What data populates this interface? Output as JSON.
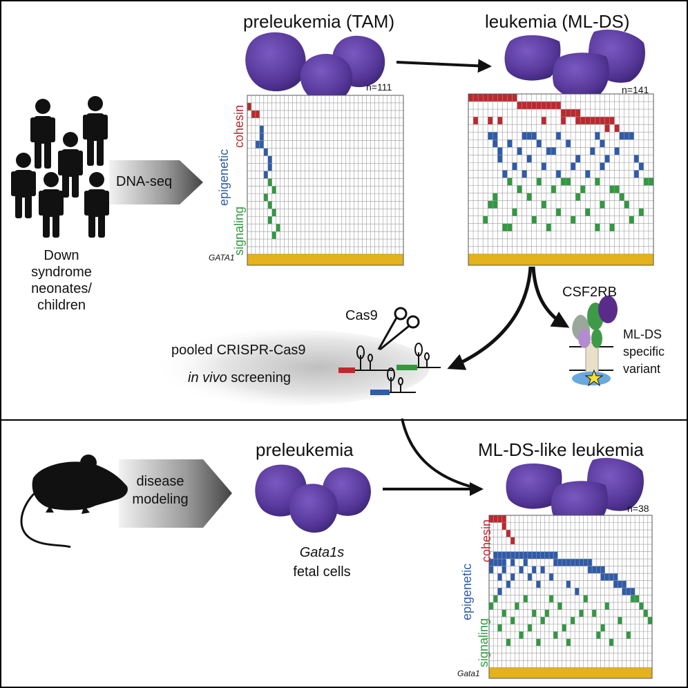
{
  "colors": {
    "cohesin": "#c0272d",
    "epigenetic": "#2e5bab",
    "signaling": "#2f9a3f",
    "gata1": "#e3b21c",
    "cell": "#5b3a9e",
    "grid_line": "#9a9a9a"
  },
  "titles": {
    "tam": "preleukemia (TAM)",
    "mlds": "leukemia (ML-DS)",
    "mouse_pre": "preleukemia",
    "mouse_leuk": "ML-DS-like leukemia"
  },
  "patients_label": [
    "Down",
    "syndrome",
    "neonates/",
    "children"
  ],
  "dnaseq_label": "DNA-seq",
  "disease_modeling_label": [
    "disease",
    "modeling"
  ],
  "crispr": {
    "cas9": "Cas9",
    "line1": "pooled CRISPR-Cas9",
    "line2_italic": "in vivo",
    "line2_rest": " screening"
  },
  "csf2rb": {
    "title": "CSF2RB",
    "lines": [
      "ML-DS",
      "specific",
      "variant"
    ]
  },
  "gata1s": {
    "italic": "Gata1s",
    "rest": "fetal cells"
  },
  "category_labels": {
    "cohesin": "cohesin",
    "epigenetic": "epigenetic",
    "signaling": "signaling"
  },
  "heatmaps": {
    "tam": {
      "n_label": "n=111",
      "gata_label": "GATA1",
      "rows": 21,
      "cols": 38,
      "cells": [
        [
          1,
          0,
          "c"
        ],
        [
          2,
          1,
          "c"
        ],
        [
          2,
          2,
          "c"
        ],
        [
          4,
          3,
          "e"
        ],
        [
          5,
          3,
          "e"
        ],
        [
          6,
          2,
          "e"
        ],
        [
          6,
          3,
          "e"
        ],
        [
          7,
          4,
          "e"
        ],
        [
          8,
          5,
          "e"
        ],
        [
          9,
          5,
          "e"
        ],
        [
          10,
          4,
          "e"
        ],
        [
          11,
          5,
          "s"
        ],
        [
          12,
          6,
          "s"
        ],
        [
          13,
          4,
          "s"
        ],
        [
          14,
          5,
          "s"
        ],
        [
          15,
          6,
          "s"
        ],
        [
          16,
          5,
          "s"
        ],
        [
          17,
          7,
          "s"
        ],
        [
          18,
          6,
          "s"
        ]
      ]
    },
    "mlds": {
      "n_label": "n=141",
      "gata_label": "",
      "rows": 21,
      "cols": 38,
      "cells": [
        [
          0,
          0,
          "c"
        ],
        [
          0,
          1,
          "c"
        ],
        [
          0,
          2,
          "c"
        ],
        [
          0,
          3,
          "c"
        ],
        [
          0,
          4,
          "c"
        ],
        [
          0,
          5,
          "c"
        ],
        [
          0,
          6,
          "c"
        ],
        [
          0,
          7,
          "c"
        ],
        [
          0,
          8,
          "c"
        ],
        [
          0,
          9,
          "c"
        ],
        [
          1,
          10,
          "c"
        ],
        [
          1,
          11,
          "c"
        ],
        [
          1,
          12,
          "c"
        ],
        [
          1,
          13,
          "c"
        ],
        [
          1,
          14,
          "c"
        ],
        [
          1,
          15,
          "c"
        ],
        [
          1,
          16,
          "c"
        ],
        [
          1,
          17,
          "c"
        ],
        [
          1,
          18,
          "c"
        ],
        [
          2,
          19,
          "c"
        ],
        [
          2,
          20,
          "c"
        ],
        [
          2,
          21,
          "c"
        ],
        [
          2,
          22,
          "c"
        ],
        [
          3,
          22,
          "c"
        ],
        [
          3,
          23,
          "c"
        ],
        [
          3,
          24,
          "c"
        ],
        [
          3,
          25,
          "c"
        ],
        [
          3,
          26,
          "c"
        ],
        [
          3,
          27,
          "c"
        ],
        [
          3,
          28,
          "c"
        ],
        [
          3,
          29,
          "c"
        ],
        [
          3,
          1,
          "c"
        ],
        [
          3,
          4,
          "c"
        ],
        [
          3,
          6,
          "c"
        ],
        [
          3,
          15,
          "c"
        ],
        [
          3,
          19,
          "c"
        ],
        [
          4,
          30,
          "c"
        ],
        [
          4,
          28,
          "c"
        ],
        [
          5,
          4,
          "e"
        ],
        [
          5,
          5,
          "e"
        ],
        [
          5,
          11,
          "e"
        ],
        [
          5,
          12,
          "e"
        ],
        [
          5,
          13,
          "e"
        ],
        [
          5,
          31,
          "e"
        ],
        [
          5,
          32,
          "e"
        ],
        [
          5,
          33,
          "e"
        ],
        [
          5,
          26,
          "e"
        ],
        [
          5,
          18,
          "e"
        ],
        [
          6,
          5,
          "e"
        ],
        [
          6,
          8,
          "e"
        ],
        [
          6,
          14,
          "e"
        ],
        [
          6,
          20,
          "e"
        ],
        [
          6,
          27,
          "e"
        ],
        [
          7,
          6,
          "e"
        ],
        [
          7,
          10,
          "e"
        ],
        [
          7,
          16,
          "e"
        ],
        [
          7,
          17,
          "e"
        ],
        [
          7,
          25,
          "e"
        ],
        [
          7,
          30,
          "e"
        ],
        [
          8,
          6,
          "e"
        ],
        [
          8,
          12,
          "e"
        ],
        [
          8,
          22,
          "e"
        ],
        [
          8,
          28,
          "e"
        ],
        [
          8,
          34,
          "e"
        ],
        [
          9,
          9,
          "e"
        ],
        [
          9,
          15,
          "e"
        ],
        [
          9,
          21,
          "e"
        ],
        [
          9,
          27,
          "e"
        ],
        [
          9,
          35,
          "e"
        ],
        [
          10,
          7,
          "e"
        ],
        [
          10,
          11,
          "e"
        ],
        [
          10,
          18,
          "e"
        ],
        [
          10,
          24,
          "e"
        ],
        [
          10,
          34,
          "e"
        ],
        [
          11,
          8,
          "s"
        ],
        [
          11,
          14,
          "s"
        ],
        [
          11,
          19,
          "s"
        ],
        [
          11,
          20,
          "s"
        ],
        [
          11,
          26,
          "s"
        ],
        [
          11,
          37,
          "s"
        ],
        [
          11,
          36,
          "s"
        ],
        [
          12,
          10,
          "s"
        ],
        [
          12,
          17,
          "s"
        ],
        [
          12,
          23,
          "s"
        ],
        [
          12,
          29,
          "s"
        ],
        [
          12,
          30,
          "s"
        ],
        [
          13,
          5,
          "s"
        ],
        [
          13,
          12,
          "s"
        ],
        [
          13,
          22,
          "s"
        ],
        [
          13,
          31,
          "s"
        ],
        [
          14,
          4,
          "s"
        ],
        [
          14,
          5,
          "s"
        ],
        [
          14,
          15,
          "s"
        ],
        [
          14,
          27,
          "s"
        ],
        [
          14,
          32,
          "s"
        ],
        [
          15,
          9,
          "s"
        ],
        [
          15,
          18,
          "s"
        ],
        [
          15,
          24,
          "s"
        ],
        [
          15,
          35,
          "s"
        ],
        [
          16,
          3,
          "s"
        ],
        [
          16,
          13,
          "s"
        ],
        [
          16,
          21,
          "s"
        ],
        [
          16,
          33,
          "s"
        ],
        [
          17,
          7,
          "s"
        ],
        [
          17,
          8,
          "s"
        ],
        [
          17,
          16,
          "s"
        ],
        [
          17,
          26,
          "s"
        ],
        [
          17,
          29,
          "s"
        ]
      ]
    },
    "mouse": {
      "n_label": "n=38",
      "gata_label": "Gata1",
      "rows": 21,
      "cols": 38,
      "cells": [
        [
          0,
          0,
          "c"
        ],
        [
          0,
          1,
          "c"
        ],
        [
          0,
          2,
          "c"
        ],
        [
          0,
          3,
          "c"
        ],
        [
          1,
          3,
          "c"
        ],
        [
          2,
          4,
          "c"
        ],
        [
          3,
          5,
          "c"
        ],
        [
          5,
          1,
          "e"
        ],
        [
          5,
          2,
          "e"
        ],
        [
          5,
          3,
          "e"
        ],
        [
          5,
          4,
          "e"
        ],
        [
          5,
          5,
          "e"
        ],
        [
          5,
          6,
          "e"
        ],
        [
          5,
          7,
          "e"
        ],
        [
          5,
          8,
          "e"
        ],
        [
          5,
          9,
          "e"
        ],
        [
          5,
          10,
          "e"
        ],
        [
          5,
          11,
          "e"
        ],
        [
          5,
          12,
          "e"
        ],
        [
          5,
          13,
          "e"
        ],
        [
          5,
          14,
          "e"
        ],
        [
          5,
          15,
          "e"
        ],
        [
          6,
          0,
          "e"
        ],
        [
          6,
          1,
          "e"
        ],
        [
          6,
          2,
          "e"
        ],
        [
          6,
          3,
          "e"
        ],
        [
          6,
          5,
          "e"
        ],
        [
          6,
          8,
          "e"
        ],
        [
          6,
          15,
          "e"
        ],
        [
          6,
          16,
          "e"
        ],
        [
          6,
          17,
          "e"
        ],
        [
          6,
          18,
          "e"
        ],
        [
          6,
          19,
          "e"
        ],
        [
          6,
          20,
          "e"
        ],
        [
          6,
          21,
          "e"
        ],
        [
          6,
          22,
          "e"
        ],
        [
          6,
          23,
          "e"
        ],
        [
          7,
          0,
          "e"
        ],
        [
          7,
          3,
          "e"
        ],
        [
          7,
          7,
          "e"
        ],
        [
          7,
          10,
          "e"
        ],
        [
          7,
          12,
          "e"
        ],
        [
          7,
          23,
          "e"
        ],
        [
          7,
          24,
          "e"
        ],
        [
          7,
          25,
          "e"
        ],
        [
          7,
          26,
          "e"
        ],
        [
          8,
          2,
          "e"
        ],
        [
          8,
          5,
          "e"
        ],
        [
          8,
          9,
          "e"
        ],
        [
          8,
          14,
          "e"
        ],
        [
          8,
          26,
          "e"
        ],
        [
          8,
          27,
          "e"
        ],
        [
          8,
          28,
          "e"
        ],
        [
          8,
          29,
          "e"
        ],
        [
          9,
          4,
          "e"
        ],
        [
          9,
          11,
          "e"
        ],
        [
          9,
          18,
          "e"
        ],
        [
          9,
          29,
          "e"
        ],
        [
          9,
          30,
          "e"
        ],
        [
          9,
          31,
          "e"
        ],
        [
          10,
          2,
          "e"
        ],
        [
          10,
          20,
          "e"
        ],
        [
          10,
          31,
          "e"
        ],
        [
          10,
          32,
          "e"
        ],
        [
          10,
          33,
          "e"
        ],
        [
          11,
          1,
          "s"
        ],
        [
          11,
          8,
          "s"
        ],
        [
          11,
          14,
          "s"
        ],
        [
          11,
          22,
          "s"
        ],
        [
          11,
          33,
          "s"
        ],
        [
          11,
          34,
          "s"
        ],
        [
          12,
          0,
          "s"
        ],
        [
          12,
          6,
          "s"
        ],
        [
          12,
          16,
          "s"
        ],
        [
          12,
          27,
          "s"
        ],
        [
          12,
          35,
          "s"
        ],
        [
          13,
          3,
          "s"
        ],
        [
          13,
          10,
          "s"
        ],
        [
          13,
          13,
          "s"
        ],
        [
          13,
          21,
          "s"
        ],
        [
          13,
          24,
          "s"
        ],
        [
          13,
          36,
          "s"
        ],
        [
          14,
          5,
          "s"
        ],
        [
          14,
          12,
          "s"
        ],
        [
          14,
          19,
          "s"
        ],
        [
          14,
          30,
          "s"
        ],
        [
          14,
          37,
          "s"
        ],
        [
          15,
          2,
          "s"
        ],
        [
          15,
          9,
          "s"
        ],
        [
          15,
          17,
          "s"
        ],
        [
          15,
          26,
          "s"
        ],
        [
          16,
          7,
          "s"
        ],
        [
          16,
          15,
          "s"
        ],
        [
          16,
          25,
          "s"
        ],
        [
          16,
          32,
          "s"
        ],
        [
          17,
          4,
          "s"
        ],
        [
          17,
          11,
          "s"
        ],
        [
          17,
          18,
          "s"
        ],
        [
          17,
          28,
          "s"
        ]
      ]
    }
  }
}
